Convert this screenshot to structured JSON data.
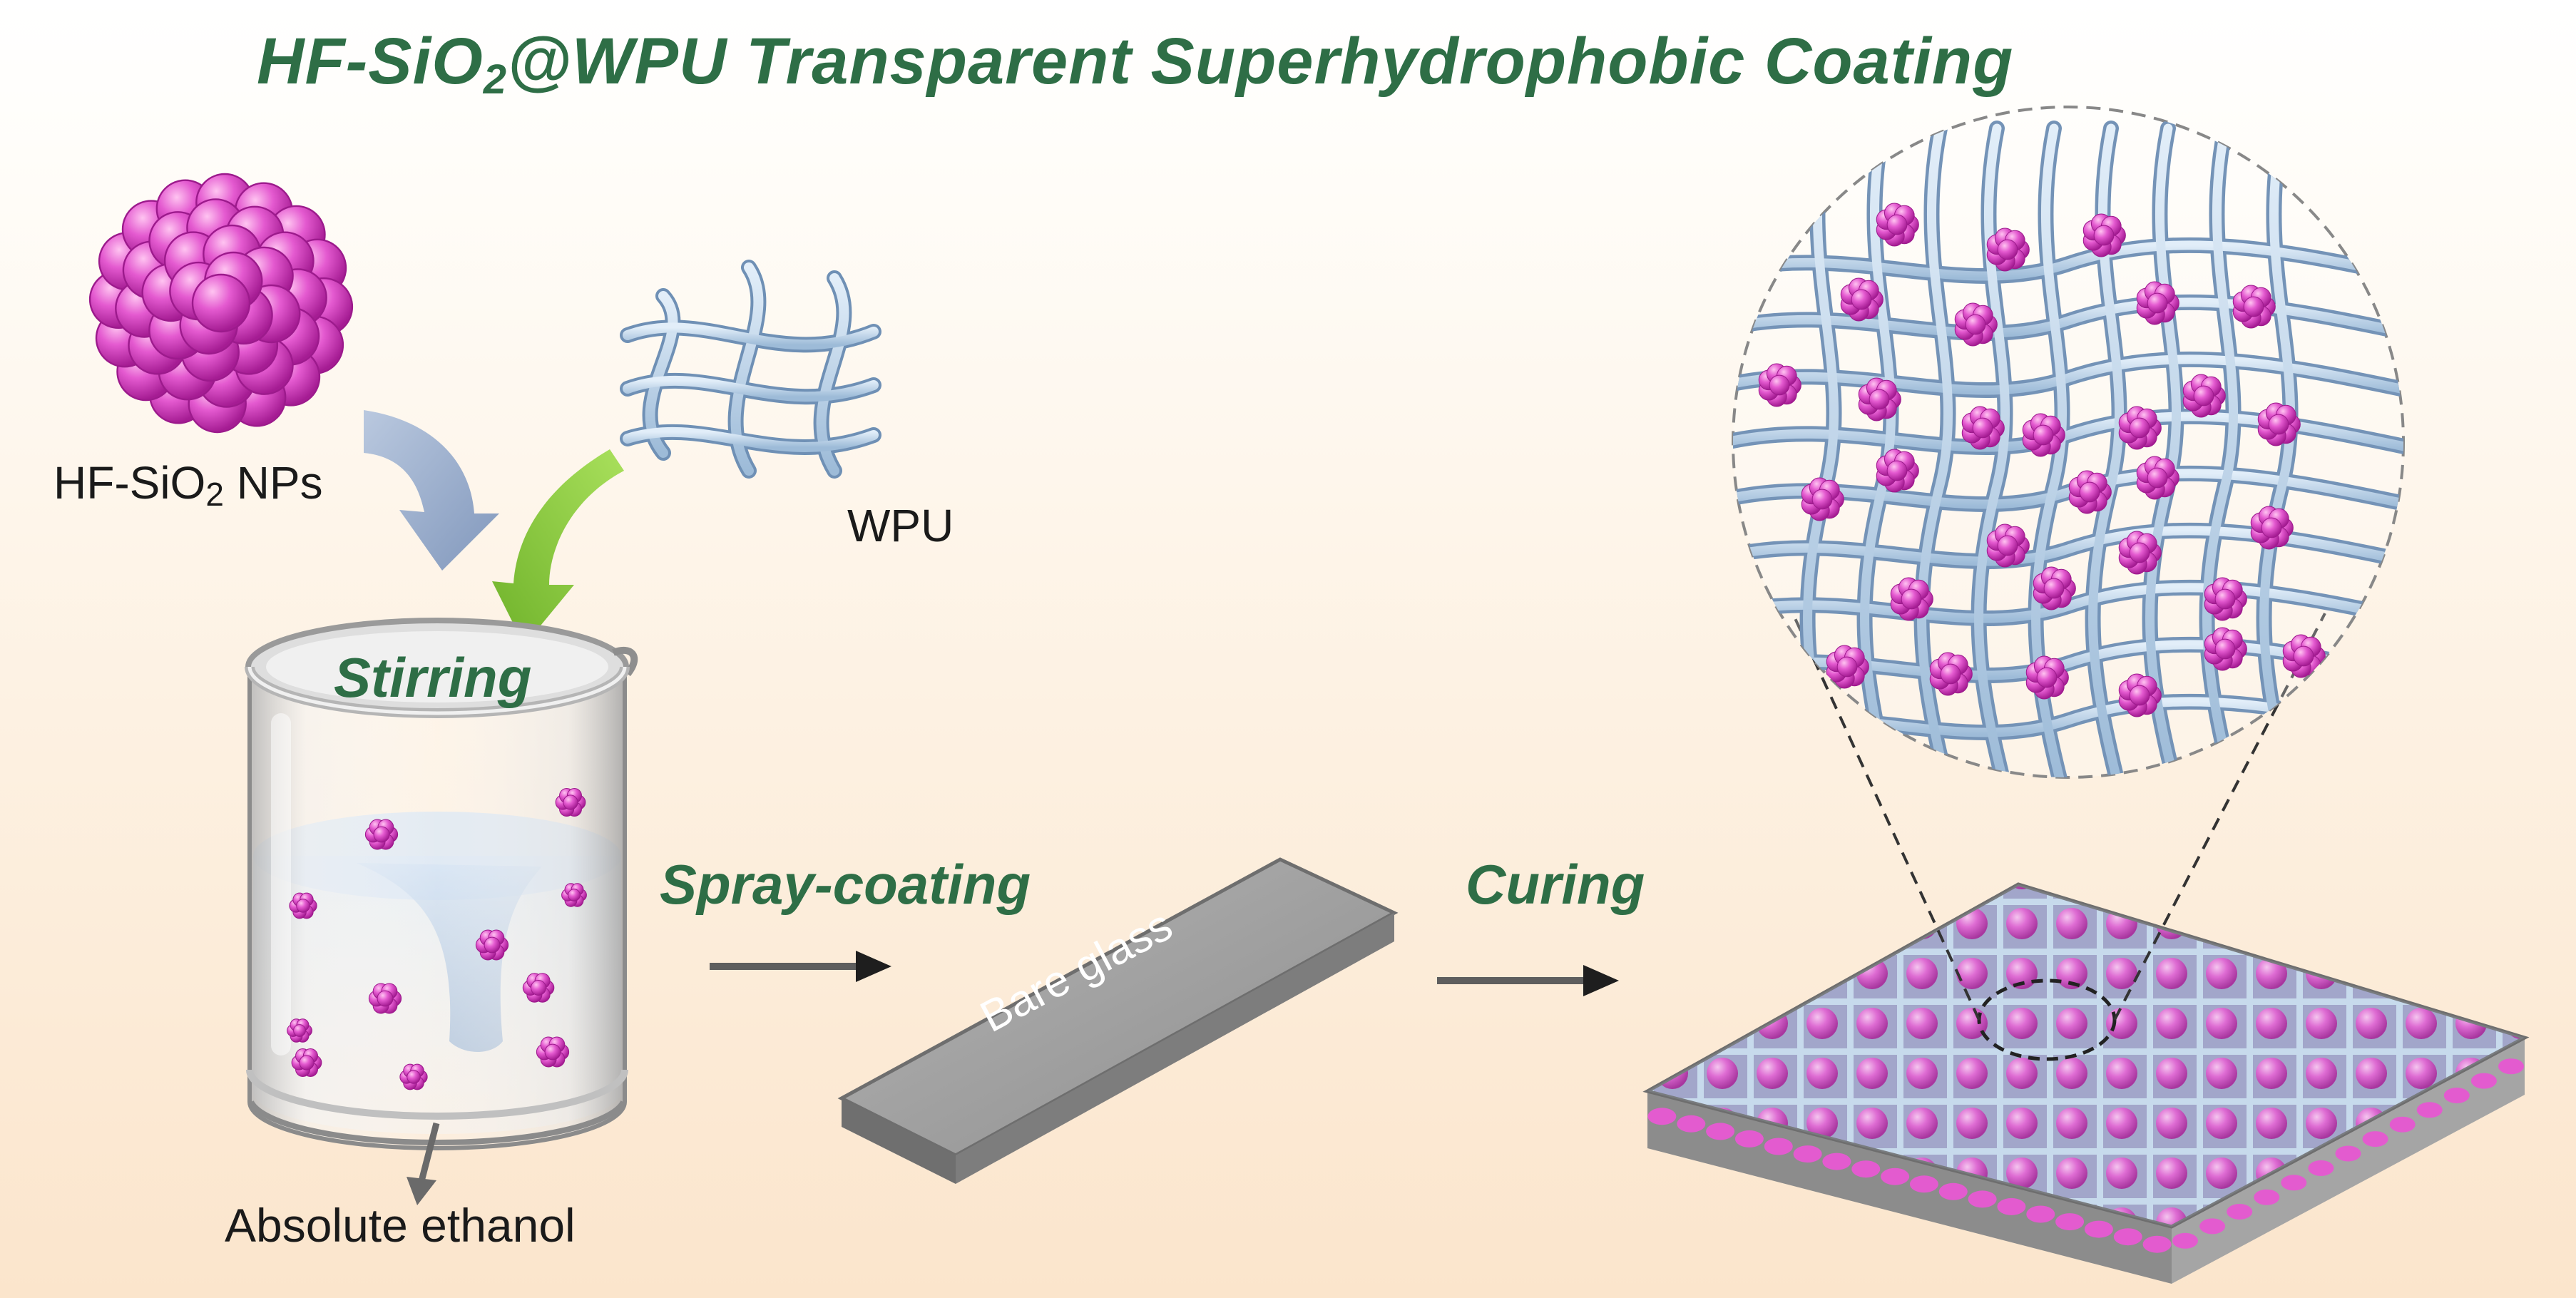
{
  "title": {
    "prefix": "HF-SiO",
    "sub": "2",
    "suffix": "@WPU Transparent Superhydrophobic Coating"
  },
  "labels": {
    "nps_prefix": "HF-SiO",
    "nps_sub": "2",
    "nps_suffix": " NPs",
    "wpu": "WPU",
    "ethanol": "Absolute ethanol",
    "bare_glass": "Bare glass"
  },
  "steps": {
    "stirring": "Stirring",
    "spray": "Spray-coating",
    "curing": "Curing"
  },
  "colors": {
    "title_green": "#2e6e46",
    "particle_magenta": "#e45ad0",
    "fiber_blue": "#b9d3ea",
    "arrow_blue": "#8fa6c9",
    "arrow_green": "#8ccf3c",
    "glass_gray": "#9e9e9e"
  },
  "icons": [
    "nanoparticle-cluster-icon",
    "polymer-network-icon",
    "beaker-icon",
    "glass-slide-icon",
    "coated-surface-icon",
    "magnified-view-icon"
  ]
}
